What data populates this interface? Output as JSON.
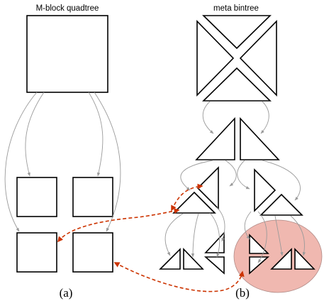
{
  "panel_a": {
    "title": "M-block quadtree",
    "caption": "(a)"
  },
  "panel_b": {
    "title": "meta bintree",
    "caption": "(b)"
  },
  "colors": {
    "gray_edge": "#9a9a9a",
    "red_link": "#cc3300",
    "highlight_fill": "#f0b8b0",
    "highlight_stroke": "#b08a86",
    "outline": "#000000"
  }
}
